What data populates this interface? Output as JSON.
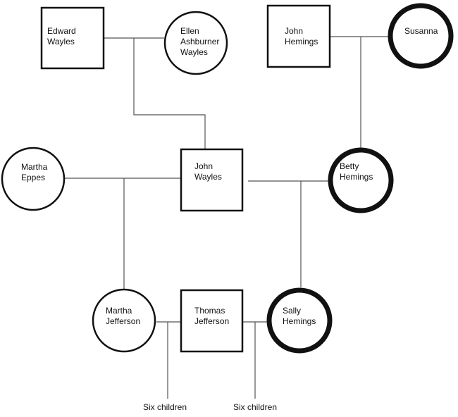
{
  "people": {
    "edward_wayles": [
      "Edward",
      "Wayles"
    ],
    "ellen_ashburner_wayles": [
      "Ellen",
      "Ashburner",
      "Wayles"
    ],
    "john_hemings": [
      "John",
      "Hemings"
    ],
    "susanna": [
      "Susanna"
    ],
    "martha_eppes": [
      "Martha",
      "Eppes"
    ],
    "john_wayles": [
      "John",
      "Wayles"
    ],
    "betty_hemings": [
      "Betty",
      "Hemings"
    ],
    "martha_jefferson": [
      "Martha",
      "Jefferson"
    ],
    "thomas_jefferson": [
      "Thomas",
      "Jefferson"
    ],
    "sally_hemings": [
      "Sally",
      "Hemings"
    ]
  },
  "children_labels": {
    "jefferson_children": "Six children",
    "hemings_children": "Six children"
  }
}
